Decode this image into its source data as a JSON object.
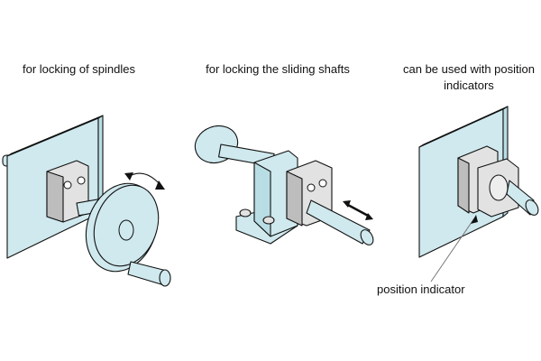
{
  "captions": {
    "spindles": "for locking of spindles",
    "shafts": "for locking the sliding shafts",
    "indicators_line1": "can be used with position",
    "indicators_line2": "indicators"
  },
  "callout": {
    "position_indicator": "position indicator"
  },
  "colors": {
    "part_fill": "#cfe9ee",
    "clamp_fill": "#e2e2e2",
    "outline": "#111111"
  }
}
